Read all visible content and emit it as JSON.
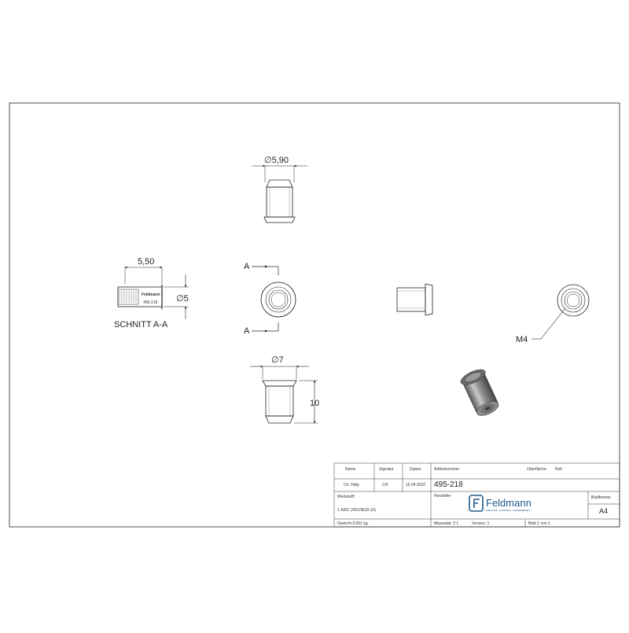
{
  "drawing": {
    "dims": {
      "top_diameter": "∅5,90",
      "section_length": "5,50",
      "section_diameter": "∅5",
      "section_title": "SCHNITT A-A",
      "section_marker_top": "A",
      "section_marker_bottom": "A",
      "bottom_diameter": "∅7",
      "height": "10",
      "thread": "M4"
    },
    "section_label": {
      "brand": "Feldmann",
      "code": "495-218"
    }
  },
  "title_block": {
    "headers": {
      "name": "Name",
      "signature": "Signatur",
      "date": "Datum",
      "article_number": "Artikelnummer",
      "surface": "Oberfläche:"
    },
    "row1": {
      "name": "Ch. Häfp",
      "signature": "CH",
      "date": "15.04.2022"
    },
    "surface_value": "Roh",
    "article_value": "495-218",
    "material_label": "Werkstoff:",
    "material_value": "1.4301 (X5CrNi18-10)",
    "manufacturer_label": "Hersteller",
    "logo_name": "Feldmann",
    "logo_tagline": "EDELSTAHL · ALUMINIUM · SCHMIEDEEISEN",
    "sheet_format_label": "Blattformat",
    "sheet_format_value": "A4",
    "weight": "Gewicht 0,001 kg",
    "scale": "Massstab: 2:1",
    "version": "Version: 1",
    "sheet": "Blatt 1 von 1"
  },
  "colors": {
    "line": "#222222",
    "gray": "#777777",
    "brand": "#1f5a8a",
    "part_dark": "#3a3a3a"
  }
}
